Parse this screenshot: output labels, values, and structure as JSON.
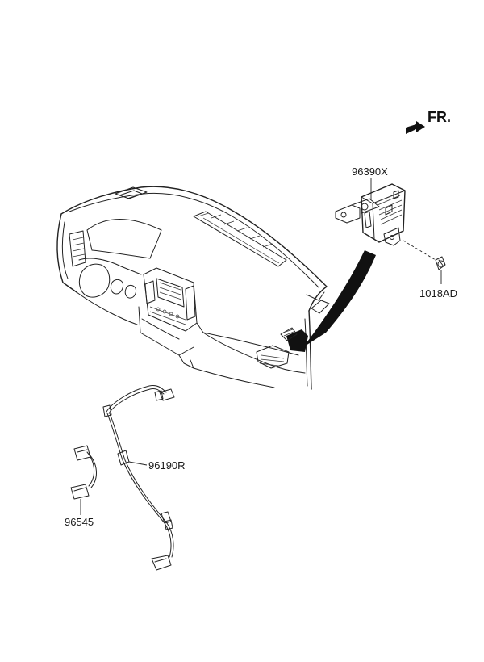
{
  "direction_label": "FR.",
  "parts": [
    {
      "id": "module",
      "number": "96390X"
    },
    {
      "id": "screw",
      "number": "1018AD"
    },
    {
      "id": "harness",
      "number": "96190R"
    },
    {
      "id": "connector",
      "number": "96545"
    }
  ]
}
